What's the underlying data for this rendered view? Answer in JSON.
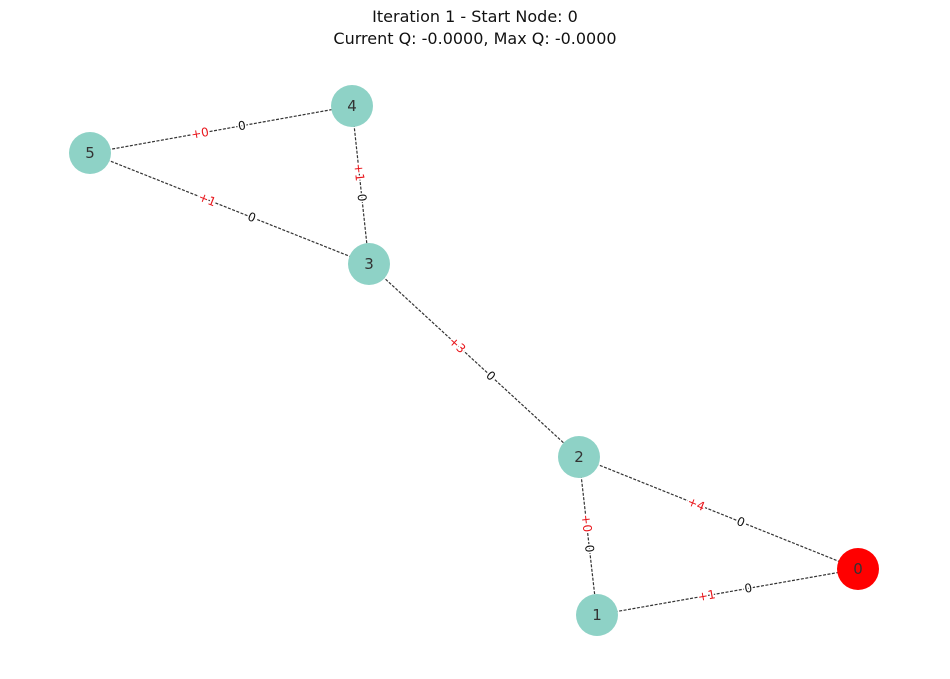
{
  "title": {
    "line1": "Iteration 1 - Start Node: 0",
    "line2": "Current Q: -0.0000, Max Q: -0.0000"
  },
  "colors": {
    "node_default": "#8ed2c6",
    "node_start": "#ff0000",
    "delta_label": "#e8141a",
    "edge": "#333333"
  },
  "start_node": "0",
  "nodes": [
    {
      "id": "0"
    },
    {
      "id": "1"
    },
    {
      "id": "2"
    },
    {
      "id": "3"
    },
    {
      "id": "4"
    },
    {
      "id": "5"
    }
  ],
  "edges": [
    {
      "from": "5",
      "to": "4",
      "delta": "+0",
      "weight": "0"
    },
    {
      "from": "5",
      "to": "3",
      "delta": "+1",
      "weight": "0"
    },
    {
      "from": "4",
      "to": "3",
      "delta": "+1",
      "weight": "0"
    },
    {
      "from": "3",
      "to": "2",
      "delta": "+3",
      "weight": "0"
    },
    {
      "from": "2",
      "to": "0",
      "delta": "+4",
      "weight": "0"
    },
    {
      "from": "2",
      "to": "1",
      "delta": "+0",
      "weight": "0"
    },
    {
      "from": "1",
      "to": "0",
      "delta": "+1",
      "weight": "0"
    }
  ]
}
